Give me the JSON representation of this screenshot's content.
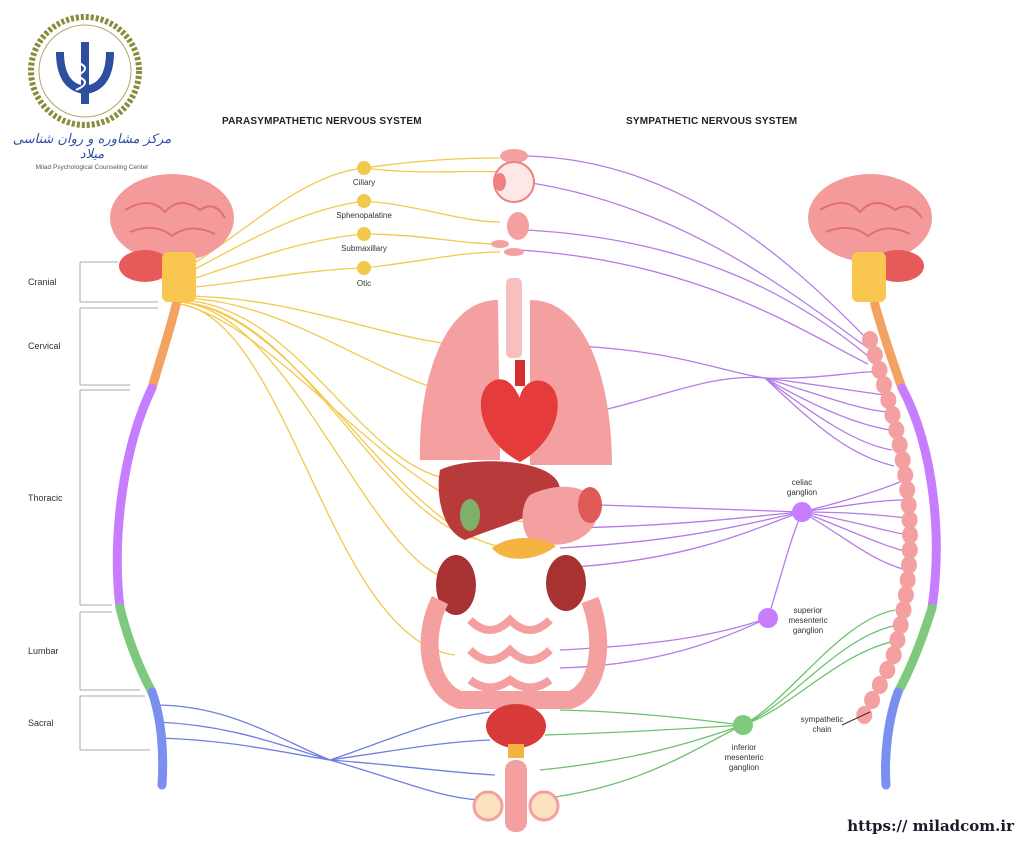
{
  "logo": {
    "text_fa": "مرکز مشاوره و روان شناسی میلاد",
    "text_en": "Milad Psychological Counseling Center"
  },
  "headers": {
    "left": "PARASYMPATHETIC NERVOUS SYSTEM",
    "right": "SYMPATHETIC NERVOUS SYSTEM"
  },
  "spinal_segments": [
    {
      "label": "Cranial",
      "color": "#f9c74f"
    },
    {
      "label": "Cervical",
      "color": "#f4a261"
    },
    {
      "label": "Thoracic",
      "color": "#c77dff"
    },
    {
      "label": "Lumbar",
      "color": "#7fc97f"
    },
    {
      "label": "Sacral",
      "color": "#7b8ff0"
    }
  ],
  "parasympathetic_ganglia": [
    {
      "label": "Ciliary"
    },
    {
      "label": "Sphenopalatine"
    },
    {
      "label": "Submaxillary"
    },
    {
      "label": "Otic"
    }
  ],
  "sympathetic_ganglia": {
    "celiac": "celiac\nganglion",
    "superior_mesenteric": "superior\nmesenteric\nganglion",
    "inferior_mesenteric": "inferior\nmesenteric\nganglion",
    "chain": "sympathetic\nchain"
  },
  "colors": {
    "parasympathetic_nerve": "#f2c94c",
    "sympathetic_nerve": "#b57be6",
    "lumbar_nerve": "#6cc26c",
    "sacral_nerve": "#6f7fe0",
    "brain": "#f59a9a",
    "organ": "#f4a0a0",
    "heart": "#e63b3b",
    "liver": "#b83a3a"
  },
  "footer_url": "https:// miladcom.ir"
}
